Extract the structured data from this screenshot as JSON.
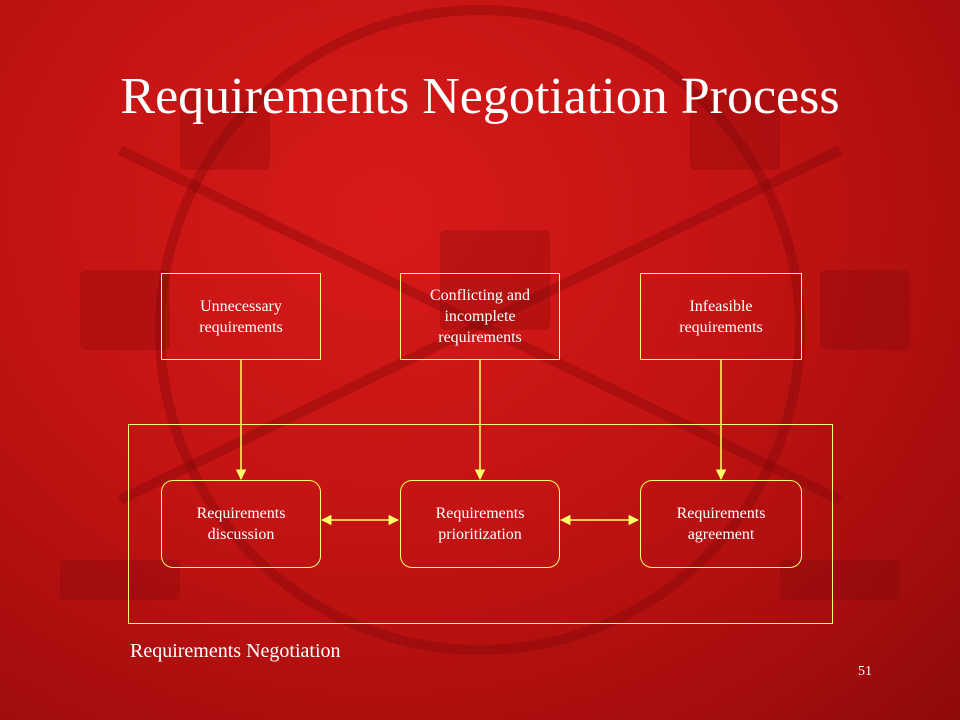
{
  "title": "Requirements Negotiation Process",
  "colors": {
    "background": "#c31313",
    "line": "#ffff66",
    "text": "#ffffff"
  },
  "inputs": [
    {
      "label": "Unnecessary requirements"
    },
    {
      "label": "Conflicting and incomplete requirements"
    },
    {
      "label": "Infeasible requirements"
    }
  ],
  "activities": [
    {
      "label": "Requirements discussion"
    },
    {
      "label": "Requirements prioritization"
    },
    {
      "label": "Requirements agreement"
    }
  ],
  "group_label": "Requirements Negotiation",
  "page_number": "51"
}
